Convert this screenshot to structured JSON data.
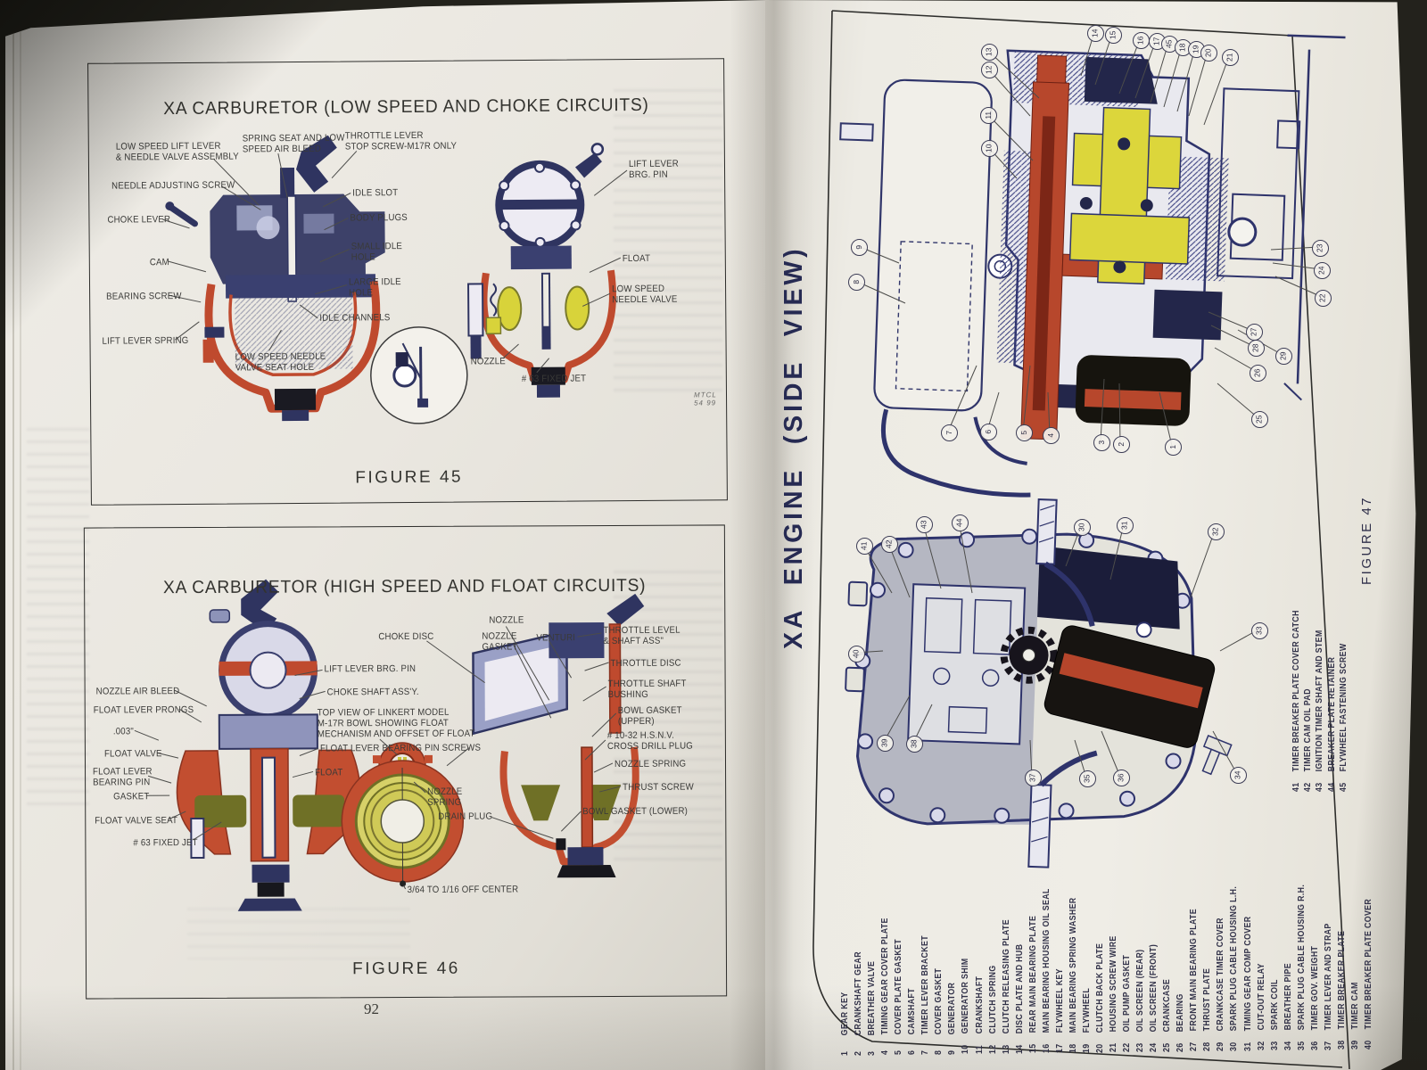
{
  "page_number": "92",
  "colors": {
    "page": "#eae7e0",
    "ink": "#2f2f2f",
    "diagram_blue": "#2f3460",
    "diagram_red": "#bf4a2e",
    "diagram_yellow": "#d8d33a",
    "diagram_olive": "#6f7026"
  },
  "left_page": {
    "figure45": {
      "title": "XA CARBURETOR (LOW SPEED AND CHOKE CIRCUITS)",
      "caption": "FIGURE 45",
      "signature": "MTCL 54 99",
      "labels": [
        "LOW SPEED LIFT LEVER\n& NEEDLE VALVE ASSEMBLY",
        "SPRING SEAT AND LOW\nSPEED AIR BLEED",
        "THROTTLE LEVER\nSTOP SCREW-M17R ONLY",
        "NEEDLE ADJUSTING SCREW",
        "IDLE SLOT",
        "BODY PLUGS",
        "CHOKE LEVER",
        "SMALL IDLE\nHOLE",
        "CAM",
        "LARGE IDLE\nHOLE",
        "BEARING SCREW",
        "IDLE CHANNELS",
        "LIFT LEVER SPRING",
        "LOW SPEED NEEDLE\nVALVE SEAT HOLE",
        "LIFT LEVER\nBRG. PIN",
        "FLOAT",
        "LOW SPEED\nNEEDLE VALVE",
        "NOZZLE",
        "# 63 FIXED JET"
      ]
    },
    "figure46": {
      "title": "XA CARBURETOR (HIGH SPEED AND FLOAT CIRCUITS)",
      "caption": "FIGURE 46",
      "labels": [
        "CHOKE DISC",
        "NOZZLE",
        "NOZZLE\nGASKET",
        "VENTURI",
        "THROTTLE LEVEL\n& SHAFT ASS\"",
        "THROTTLE DISC",
        "THROTTLE SHAFT\nBUSHING",
        "BOWL GASKET\n(UPPER)",
        "# 10-32 H.S.N.V.\nCROSS DRILL PLUG",
        "LIFT LEVER BRG. PIN",
        "CHOKE SHAFT ASS'Y.",
        "TOP VIEW OF LINKERT MODEL\nM-17R BOWL SHOWING FLOAT\nMECHANISM AND OFFSET OF FLOAT",
        "FLOAT LEVER BEARING PIN SCREWS",
        "NOZZLE AIR BLEED",
        "FLOAT LEVER PRONGS",
        ".003\"",
        "FLOAT VALVE",
        "FLOAT LEVER\nBEARING PIN",
        "GASKET",
        "FLOAT VALVE SEAT",
        "# 63 FIXED JET",
        "FLOAT",
        "NOZZLE\nSPRING",
        "DRAIN PLUG",
        "NOZZLE SPRING",
        "THRUST SCREW",
        "BOWL GASKET (LOWER)",
        "3/64 TO 1/16 OFF CENTER"
      ]
    }
  },
  "right_page": {
    "figure47": {
      "side_title": "XA ENGINE (SIDE VIEW)",
      "caption": "FIGURE 47",
      "callouts_top": [
        "1",
        "2",
        "3",
        "4",
        "5",
        "6",
        "7",
        "8",
        "9",
        "10",
        "11",
        "12",
        "13",
        "14",
        "15",
        "16",
        "17",
        "45",
        "18",
        "19",
        "20",
        "21",
        "22",
        "23",
        "24",
        "25",
        "26",
        "27",
        "28",
        "29"
      ],
      "callouts_bottom": [
        "30",
        "31",
        "32",
        "33",
        "34",
        "35",
        "36",
        "37",
        "38",
        "39",
        "40",
        "41",
        "42",
        "43",
        "44"
      ],
      "parts_list": [
        {
          "num": "1",
          "name": "GEAR KEY"
        },
        {
          "num": "2",
          "name": "CRANKSHAFT GEAR"
        },
        {
          "num": "3",
          "name": "BREATHER VALVE"
        },
        {
          "num": "4",
          "name": "TIMING GEAR COVER PLATE"
        },
        {
          "num": "5",
          "name": "COVER PLATE GASKET"
        },
        {
          "num": "6",
          "name": "CAMSHAFT"
        },
        {
          "num": "7",
          "name": "TIMER LEVER BRACKET"
        },
        {
          "num": "8",
          "name": "COVER GASKET"
        },
        {
          "num": "9",
          "name": "GENERATOR"
        },
        {
          "num": "10",
          "name": "GENERATOR SHIM"
        },
        {
          "num": "11",
          "name": "CRANKSHAFT"
        },
        {
          "num": "12",
          "name": "CLUTCH SPRING"
        },
        {
          "num": "13",
          "name": "CLUTCH RELEASING PLATE"
        },
        {
          "num": "14",
          "name": "DISC PLATE AND HUB"
        },
        {
          "num": "15",
          "name": "REAR MAIN BEARING PLATE"
        },
        {
          "num": "16",
          "name": "MAIN BEARING HOUSING OIL SEAL"
        },
        {
          "num": "17",
          "name": "FLYWHEEL KEY"
        },
        {
          "num": "18",
          "name": "MAIN BEARING SPRING WASHER"
        },
        {
          "num": "19",
          "name": "FLYWHEEL"
        },
        {
          "num": "20",
          "name": "CLUTCH BACK PLATE"
        },
        {
          "num": "21",
          "name": "HOUSING SCREW WIRE"
        },
        {
          "num": "22",
          "name": "OIL PUMP GASKET"
        },
        {
          "num": "23",
          "name": "OIL SCREEN (REAR)"
        },
        {
          "num": "24",
          "name": "OIL SCREEN (FRONT)"
        },
        {
          "num": "25",
          "name": "CRANKCASE"
        },
        {
          "num": "26",
          "name": "BEARING"
        },
        {
          "num": "27",
          "name": "FRONT MAIN BEARING PLATE"
        },
        {
          "num": "28",
          "name": "THRUST PLATE"
        },
        {
          "num": "29",
          "name": "CRANKCASE TIMER COVER"
        },
        {
          "num": "30",
          "name": "SPARK PLUG CABLE HOUSING L.H."
        },
        {
          "num": "31",
          "name": "TIMING GEAR COMP COVER"
        },
        {
          "num": "32",
          "name": "CUT-OUT RELAY"
        },
        {
          "num": "33",
          "name": "SPARK COIL"
        },
        {
          "num": "34",
          "name": "BREATHER PIPE"
        },
        {
          "num": "35",
          "name": "SPARK PLUG CABLE HOUSING R.H."
        },
        {
          "num": "36",
          "name": "TIMER GOV. WEIGHT"
        },
        {
          "num": "37",
          "name": "TIMER LEVER AND STRAP"
        },
        {
          "num": "38",
          "name": "TIMER BREAKER PLATE"
        },
        {
          "num": "39",
          "name": "TIMER CAM"
        },
        {
          "num": "40",
          "name": "TIMER BREAKER PLATE COVER"
        },
        {
          "num": "41",
          "name": "TIMER BREAKER PLATE COVER CATCH"
        },
        {
          "num": "42",
          "name": "TIMER CAM OIL PAD"
        },
        {
          "num": "43",
          "name": "IGNITION TIMER SHAFT AND STEM"
        },
        {
          "num": "44",
          "name": "BREAKER PLATE RETAINER"
        },
        {
          "num": "45",
          "name": "FLYWHEEL FASTENING SCREW"
        }
      ]
    }
  }
}
